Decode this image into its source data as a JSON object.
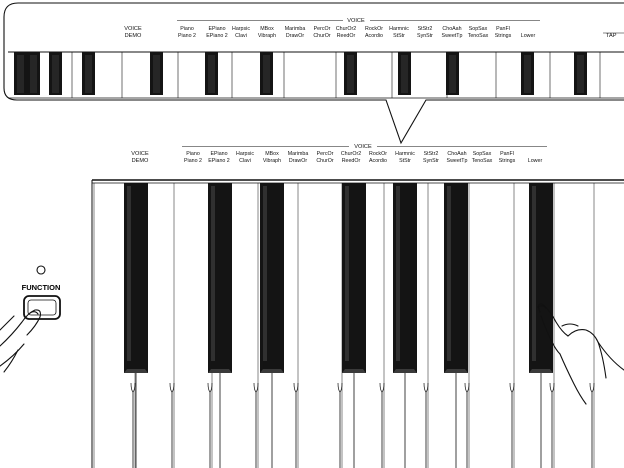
{
  "callout": {
    "demo_label": [
      "VOICE",
      "DEMO"
    ],
    "voice_header": "VOICE",
    "voice_pairs": [
      [
        "Piano",
        "Piano 2"
      ],
      [
        "EPiano",
        "EPiano 2"
      ],
      [
        "Harpsic",
        "Clavi"
      ],
      [
        "MBox",
        "Vibraph"
      ],
      [
        "Marimba",
        "DrawOr"
      ],
      [
        "PercOr",
        "ChurOr"
      ],
      [
        "ChurOr2",
        "ReedOr"
      ],
      [
        "RockOr",
        "Acordio"
      ],
      [
        "Harmnic",
        "StStr"
      ],
      [
        "StStr2",
        "SynStr"
      ],
      [
        "ChoAah",
        "SweetTp"
      ],
      [
        "SopSax",
        "TenoSax"
      ],
      [
        "PanFl",
        "Strings"
      ],
      [
        "",
        "Lower"
      ]
    ],
    "tap_label": "TAP"
  },
  "keyboard": {
    "demo_label": [
      "VOICE",
      "DEMO"
    ],
    "voice_header": "VOICE",
    "voice_pairs": [
      [
        "Piano",
        "Piano 2"
      ],
      [
        "EPiano",
        "EPiano 2"
      ],
      [
        "Harpsic",
        "Clavi"
      ],
      [
        "MBox",
        "Vibraph"
      ],
      [
        "Marimba",
        "DrawOr"
      ],
      [
        "PercOr",
        "ChurOr"
      ],
      [
        "ChurOr2",
        "ReedOr"
      ],
      [
        "RockOr",
        "Acordio"
      ],
      [
        "Harmnic",
        "StStr"
      ],
      [
        "StStr2",
        "SynStr"
      ],
      [
        "ChoAah",
        "SweetTp"
      ],
      [
        "SopSax",
        "TenoSax"
      ],
      [
        "PanFl",
        "Strings"
      ],
      [
        "",
        "Lower"
      ]
    ]
  },
  "function_button": {
    "label": "FUNCTION"
  },
  "colors": {
    "line": "#111111",
    "black_key": "#141414",
    "background": "#ffffff"
  }
}
